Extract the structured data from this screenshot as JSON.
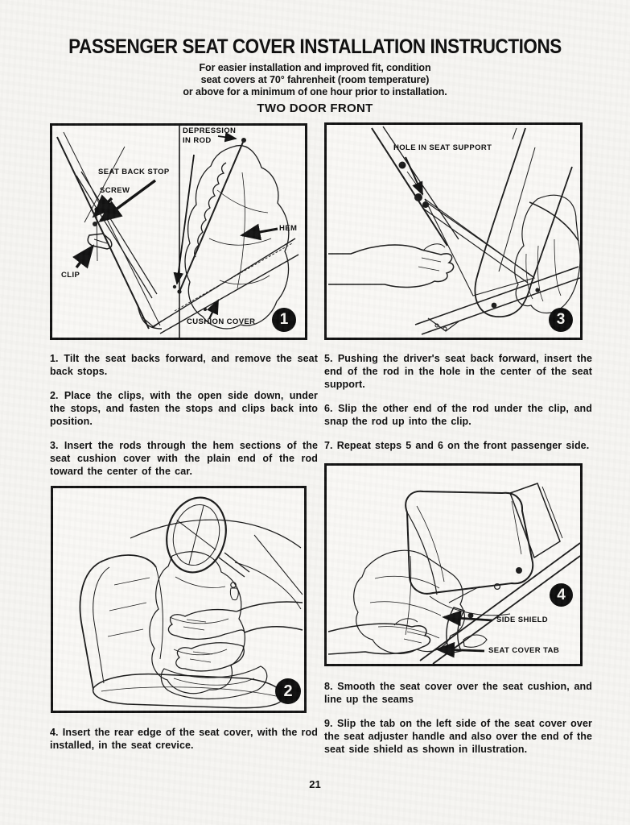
{
  "title": "PASSENGER SEAT COVER INSTALLATION INSTRUCTIONS",
  "subtitle": {
    "line1": "For easier installation and improved fit, condition",
    "line2": "seat covers at 70° fahrenheit (room temperature)",
    "line3": "or above for a minimum of one hour prior to installation."
  },
  "section_heading": "TWO DOOR FRONT",
  "page_number": "21",
  "colors": {
    "ink": "#111111",
    "paper": "#f6f5f2"
  },
  "figure1": {
    "badge": "1",
    "labels": {
      "depression_line1": "DEPRESSION",
      "depression_line2": "IN ROD",
      "seat_back_stop": "SEAT BACK STOP",
      "screw": "SCREW",
      "clip": "CLIP",
      "hem": "HEM",
      "cushion_cover": "CUSHION COVER"
    }
  },
  "figure2": {
    "badge": "2"
  },
  "figure3": {
    "badge": "3",
    "labels": {
      "hole_in_seat_support": "HOLE IN SEAT SUPPORT"
    }
  },
  "figure4": {
    "badge": "4",
    "labels": {
      "side_shield": "SIDE SHIELD",
      "seat_cover_tab": "SEAT COVER TAB"
    }
  },
  "steps": {
    "s1": "1. Tilt the seat backs forward, and remove the seat back stops.",
    "s2": "2. Place the clips, with the open side down, under the stops, and fasten the stops and clips back into position.",
    "s3": "3. Insert the rods through the hem sections of the seat cushion cover with the plain end of the rod toward the center of the car.",
    "s4": "4. Insert the rear edge of the seat cover, with the rod installed, in the seat crevice.",
    "s5": "5. Pushing the driver's seat back forward, insert the end of the rod in the hole in the center of the seat support.",
    "s6": "6. Slip the other end of the rod under the clip, and snap the rod up into the clip.",
    "s7": "7. Repeat steps 5 and 6 on the front passenger side.",
    "s8": "8. Smooth the seat cover over the seat cushion, and line up the seams",
    "s9": "9. Slip the tab on the left side of the seat cover over the seat adjuster handle and also over the end of the seat side shield as shown in illustration."
  }
}
